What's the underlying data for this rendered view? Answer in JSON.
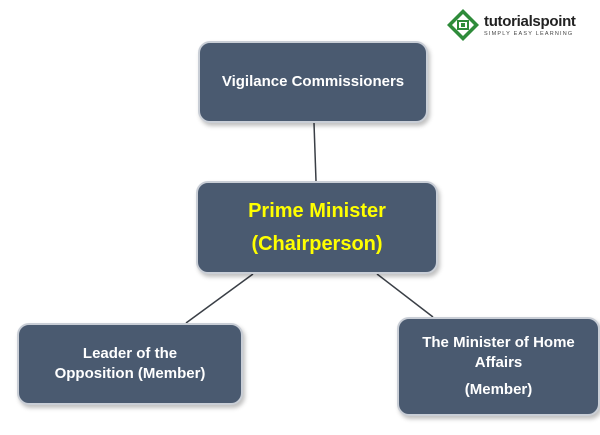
{
  "logo": {
    "brand": "tutorialspoint",
    "tagline": "SIMPLY EASY LEARNING",
    "brand_color": "#222222",
    "mark_color": "#2e8b3a"
  },
  "diagram": {
    "node_fill": "#4a5a70",
    "node_border": "#c9ced6",
    "highlight_text_color": "#ffff00",
    "connector_color": "#3a3f46",
    "nodes": {
      "vigilance": {
        "lines": [
          "Vigilance Commissioners"
        ]
      },
      "prime_minister": {
        "lines": [
          "Prime Minister",
          "(Chairperson)"
        ]
      },
      "leader_opposition": {
        "lines": [
          "Leader of the",
          "Opposition (Member)"
        ]
      },
      "home_minister": {
        "lines": [
          "The Minister of Home",
          "Affairs",
          "(Member)"
        ]
      }
    }
  }
}
